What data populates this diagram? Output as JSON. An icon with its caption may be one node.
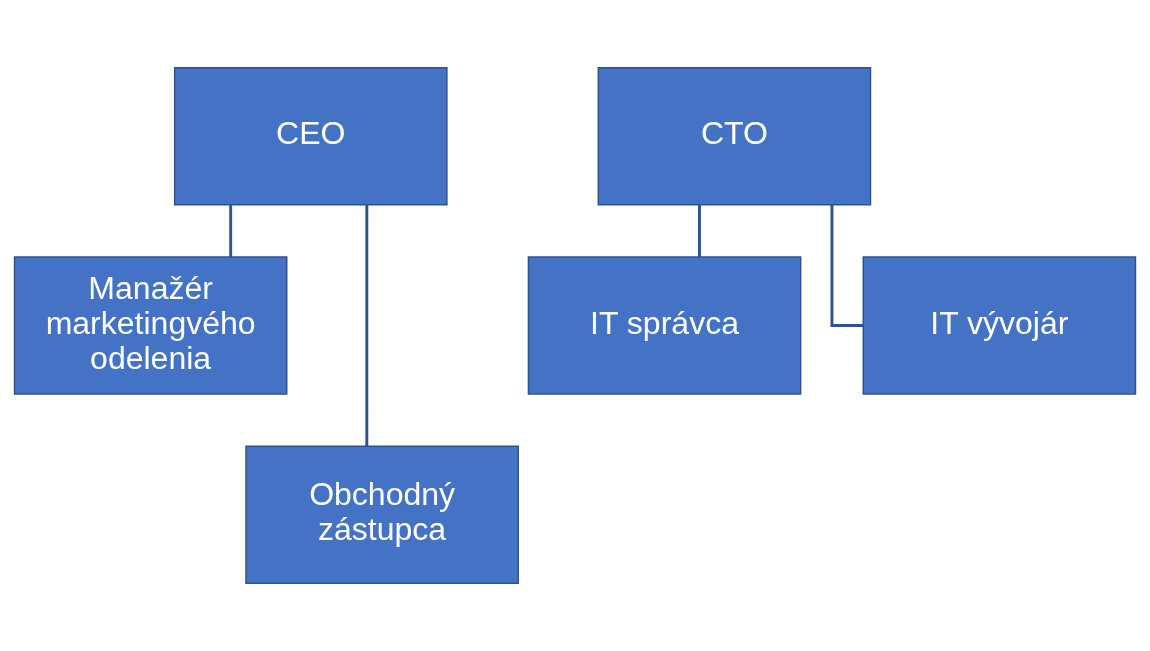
{
  "diagram": {
    "nodes": [
      {
        "text": [
          "CEO"
        ]
      },
      {
        "text": [
          "CTO"
        ]
      },
      {
        "text": [
          "Manažér marketingvého odelenia"
        ]
      },
      {
        "text": [
          "IT správca"
        ]
      },
      {
        "text": [
          "IT vývojár"
        ]
      },
      {
        "text": [
          "Obchodný zástupca"
        ]
      }
    ],
    "edges": [
      {
        "from": 0,
        "to": 2,
        "arrow": "none"
      },
      {
        "from": 0,
        "to": 5,
        "arrow": "none"
      },
      {
        "from": 1,
        "to": 3,
        "arrow": "none"
      },
      {
        "from": 1,
        "to": 4,
        "arrow": "none"
      }
    ]
  }
}
